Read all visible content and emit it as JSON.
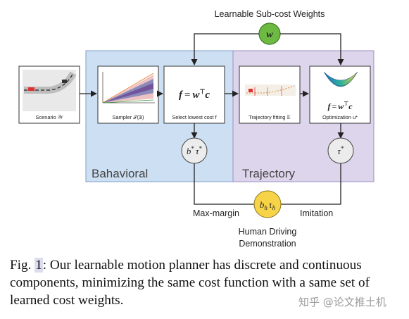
{
  "diagram": {
    "top_label": "Learnable Sub-cost Weights",
    "weight_node": "w",
    "regions": {
      "behavioral": "Bahavioral",
      "trajectory": "Trajectory"
    },
    "boxes": {
      "scenario": "Scenario 𝒲",
      "sampler": "Sampler 𝒯(𝔹)",
      "select": "Select lowest cost f",
      "traj_fit": "Trajectory fitting 𝔼",
      "optimization": "Optimization u*"
    },
    "formula_left": {
      "f": "f",
      "eq": "=",
      "w": "w",
      "sup": "⊤",
      "c": "c"
    },
    "formula_right": {
      "f": "f",
      "eq": "=",
      "w": "w",
      "sup": "⊤",
      "c": "c"
    },
    "node_b": {
      "b": "b",
      "bsup": "*",
      "tau": "τ",
      "tausup": "*"
    },
    "node_tau": {
      "tau": "τ",
      "tausup": "*"
    },
    "node_human": {
      "b": "b",
      "bsub": "h",
      "tau": "τ",
      "tausub": "h"
    },
    "edge_labels": {
      "maxmargin": "Max-margin",
      "imitation": "Imitation"
    },
    "human_caption": [
      "Human Driving",
      "Demonstration"
    ],
    "colors": {
      "behavioral_fill": "#cde0f3",
      "trajectory_fill": "#ddd5ec",
      "weight_node": "#6dba43",
      "human_node": "#f7d447",
      "gray_node": "#ececec"
    }
  },
  "caption": {
    "fig": "Fig.",
    "num": "1",
    "text": ": Our learnable motion planner has discrete and continuous components, minimizing the same cost function with a same set of learned cost weights."
  },
  "watermark": "知乎 @论文推土机"
}
